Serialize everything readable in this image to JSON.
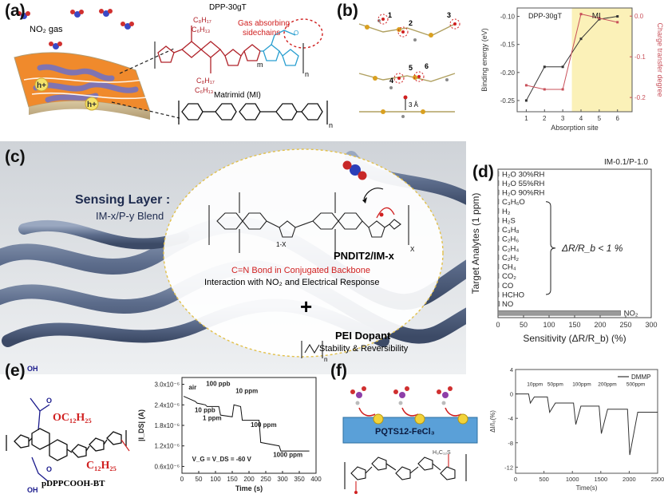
{
  "panels": {
    "a": {
      "label": "(a)",
      "gas": "NO₂ gas",
      "hole": "h+",
      "polymer1": "DPP-30gT",
      "polymer2": "Matrimid (MI)",
      "c8": "C₈H₁₇",
      "c6": "C₆H₁₃",
      "sidechain_note_1": "Gas absorbing",
      "sidechain_note_2": "sidechains",
      "m": "m",
      "n": "n",
      "o": "O"
    },
    "b": {
      "label": "(b)",
      "site_numbers": [
        "1",
        "2",
        "3",
        "4",
        "5",
        "6"
      ],
      "distance": "3 Å"
    },
    "c": {
      "label": "(c)",
      "sensing_title": "Sensing Layer :",
      "sensing_sub": "IM-x/P-y Blend",
      "polymer": "PNDIT2/IM-x",
      "bond_note": "C=N Bond in Conjugated Backbone",
      "interaction": "Interaction with NO₂ and Electrical Response",
      "plus": "+",
      "dopant": "PEI Dopant",
      "stability": "Stability & Reversibility",
      "sub_1x": "1-X",
      "sub_x": "X",
      "sub_n": "n"
    },
    "d": {
      "label": "(d)"
    },
    "e": {
      "label": "(e)",
      "molecule": "pDPPCOOH-BT",
      "oh": "OH",
      "o": "O",
      "c12": "C₁₂H₂₅",
      "oc12": "OC₁₂H₂₅"
    },
    "f": {
      "label": "(f)",
      "film": "PQTS12-FeCl₃",
      "side": "H₃C₁₂S"
    }
  },
  "chart_data": [
    {
      "id": "b-binding",
      "type": "line",
      "title": "",
      "label_left": "DPP-30gT",
      "label_shaded": "MI",
      "xlabel": "Absorption site",
      "ylabel": "Binding energy (eV)",
      "y2label": "Charge transfer degree",
      "x": [
        1,
        2,
        3,
        4,
        5,
        6
      ],
      "xlim": [
        0.5,
        6.8
      ],
      "xticks": [
        1,
        2,
        3,
        4,
        5,
        6
      ],
      "ylim": [
        -0.27,
        -0.085
      ],
      "yticks": [
        -0.25,
        -0.2,
        -0.15,
        -0.1
      ],
      "y2lim": [
        -0.235,
        0.02
      ],
      "y2ticks": [
        -0.2,
        -0.1,
        0.0
      ],
      "shaded_x": [
        3.5,
        6.8
      ],
      "series": [
        {
          "axis": "left",
          "color": "#333333",
          "values": [
            -0.25,
            -0.19,
            -0.19,
            -0.14,
            -0.105,
            -0.1
          ]
        },
        {
          "axis": "right",
          "color": "#c8505a",
          "values": [
            -0.17,
            -0.18,
            -0.18,
            0.005,
            -0.005,
            -0.015
          ]
        }
      ]
    },
    {
      "id": "d-sensitivity",
      "type": "bar",
      "title": "IM-0.1/P-1.0",
      "xlabel": "Sensitivity (ΔR/R_b) (%)",
      "ylabel": "Target Analytes (1 ppm)",
      "xlim": [
        0,
        300
      ],
      "xticks": [
        0,
        50,
        100,
        150,
        200,
        250,
        300
      ],
      "annotation": "ΔR/R_b < 1 %",
      "categories": [
        "H₂O 30%RH",
        "H₂O 55%RH",
        "H₂O 90%RH",
        "C₃H₆O",
        "H₂",
        "H₂S",
        "C₃H₈",
        "C₂H₆",
        "C₂H₄",
        "C₂H₂",
        "CH₄",
        "CO₂",
        "CO",
        "HCHO",
        "NO",
        "NO₂"
      ],
      "values": [
        1.5,
        1.2,
        1.8,
        0.4,
        0.3,
        0.3,
        0.3,
        0.3,
        0.3,
        0.3,
        0.3,
        0.3,
        0.3,
        0.3,
        3,
        240
      ]
    },
    {
      "id": "e-current",
      "type": "line",
      "title": "",
      "xlabel": "Time (s)",
      "ylabel": "|I_DS| (A)",
      "xlim": [
        0,
        400
      ],
      "xticks": [
        0,
        50,
        100,
        150,
        200,
        250,
        300,
        350,
        400
      ],
      "ylim": [
        0.4,
        3.2
      ],
      "yticks": [
        0.6,
        1.2,
        1.8,
        2.4,
        3.0
      ],
      "ytick_labels": [
        "0.6x10⁻⁶",
        "1.2x10⁻⁶",
        "1.8x10⁻⁶",
        "2.4x10⁻⁶",
        "3.0x10⁻⁶"
      ],
      "condition": "V_G = V_DS = -60 V",
      "annotations": [
        "air",
        "100 ppb",
        "10 ppb",
        "1 ppm",
        "10 ppm",
        "100 ppm",
        "1000 ppm"
      ],
      "series": [
        {
          "name": "",
          "x": [
            5,
            40,
            45,
            70,
            75,
            110,
            115,
            150,
            155,
            175,
            180,
            230,
            235,
            290,
            295,
            380
          ],
          "y": [
            2.65,
            2.5,
            2.45,
            2.4,
            2.35,
            2.35,
            2.1,
            2.05,
            2.4,
            2.35,
            1.95,
            1.95,
            1.3,
            1.2,
            1.05,
            1.05
          ]
        }
      ]
    },
    {
      "id": "f-dmmp",
      "type": "line",
      "title": "",
      "xlabel": "Time(s)",
      "ylabel": "ΔI/I₀(%)",
      "xlim": [
        0,
        2500
      ],
      "xticks": [
        0,
        500,
        1000,
        1500,
        2000,
        2500
      ],
      "ylim": [
        -13,
        4
      ],
      "yticks": [
        -12,
        -8,
        -4,
        0,
        4
      ],
      "legend": "DMMP",
      "annotations": [
        "10ppm",
        "50ppm",
        "100ppm",
        "200ppm",
        "500ppm"
      ],
      "series": [
        {
          "name": "DMMP",
          "x": [
            0,
            230,
            260,
            330,
            560,
            600,
            700,
            1020,
            1060,
            1150,
            1470,
            1510,
            1620,
            1970,
            2010,
            2150,
            2500
          ],
          "y": [
            0,
            0,
            -1.5,
            -0.5,
            -0.5,
            -3,
            -1.5,
            -1.5,
            -5,
            -2,
            -2,
            -6.5,
            -2.5,
            -2.5,
            -10,
            -3,
            -3
          ]
        }
      ]
    }
  ]
}
